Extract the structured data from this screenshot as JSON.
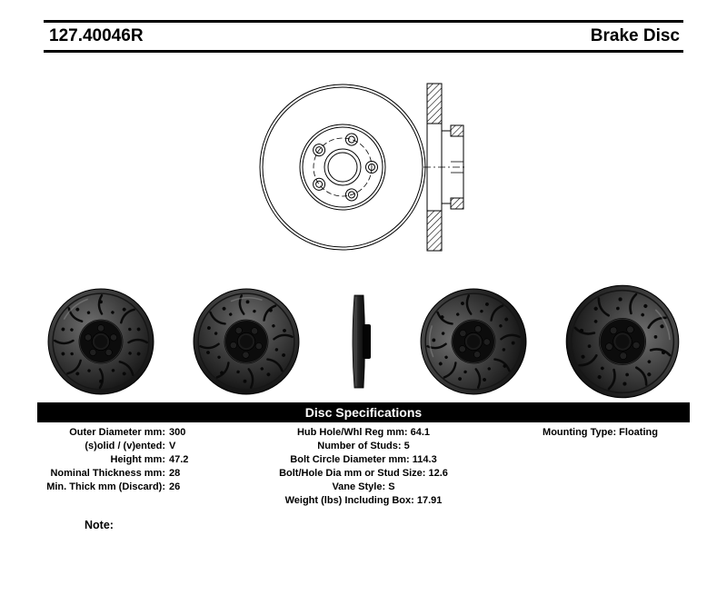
{
  "header": {
    "part_number": "127.40046R",
    "product_type": "Brake Disc"
  },
  "specs": {
    "title": "Disc Specifications",
    "left": [
      {
        "label": "Outer Diameter mm:",
        "value": "300"
      },
      {
        "label": "(s)olid / (v)ented:",
        "value": "V"
      },
      {
        "label": "Height mm:",
        "value": "47.2"
      },
      {
        "label": "Nominal Thickness mm:",
        "value": "28"
      },
      {
        "label": "Min. Thick mm (Discard):",
        "value": "26"
      }
    ],
    "middle": [
      {
        "label": "Hub Hole/Whl Reg mm:",
        "value": "64.1"
      },
      {
        "label": "Number of Studs:",
        "value": "5"
      },
      {
        "label": "Bolt Circle Diameter mm:",
        "value": "114.3"
      },
      {
        "label": "Bolt/Hole Dia mm or Stud Size:",
        "value": "12.6"
      },
      {
        "label": "Vane Style:",
        "value": "S"
      },
      {
        "label": "Weight (lbs) Including Box:",
        "value": "17.91"
      }
    ],
    "right": [
      {
        "label": "Mounting Type:",
        "value": "Floating"
      }
    ]
  },
  "note_label": "Note:",
  "colors": {
    "spec_bar_bg": "#000000",
    "spec_bar_text": "#ffffff"
  }
}
